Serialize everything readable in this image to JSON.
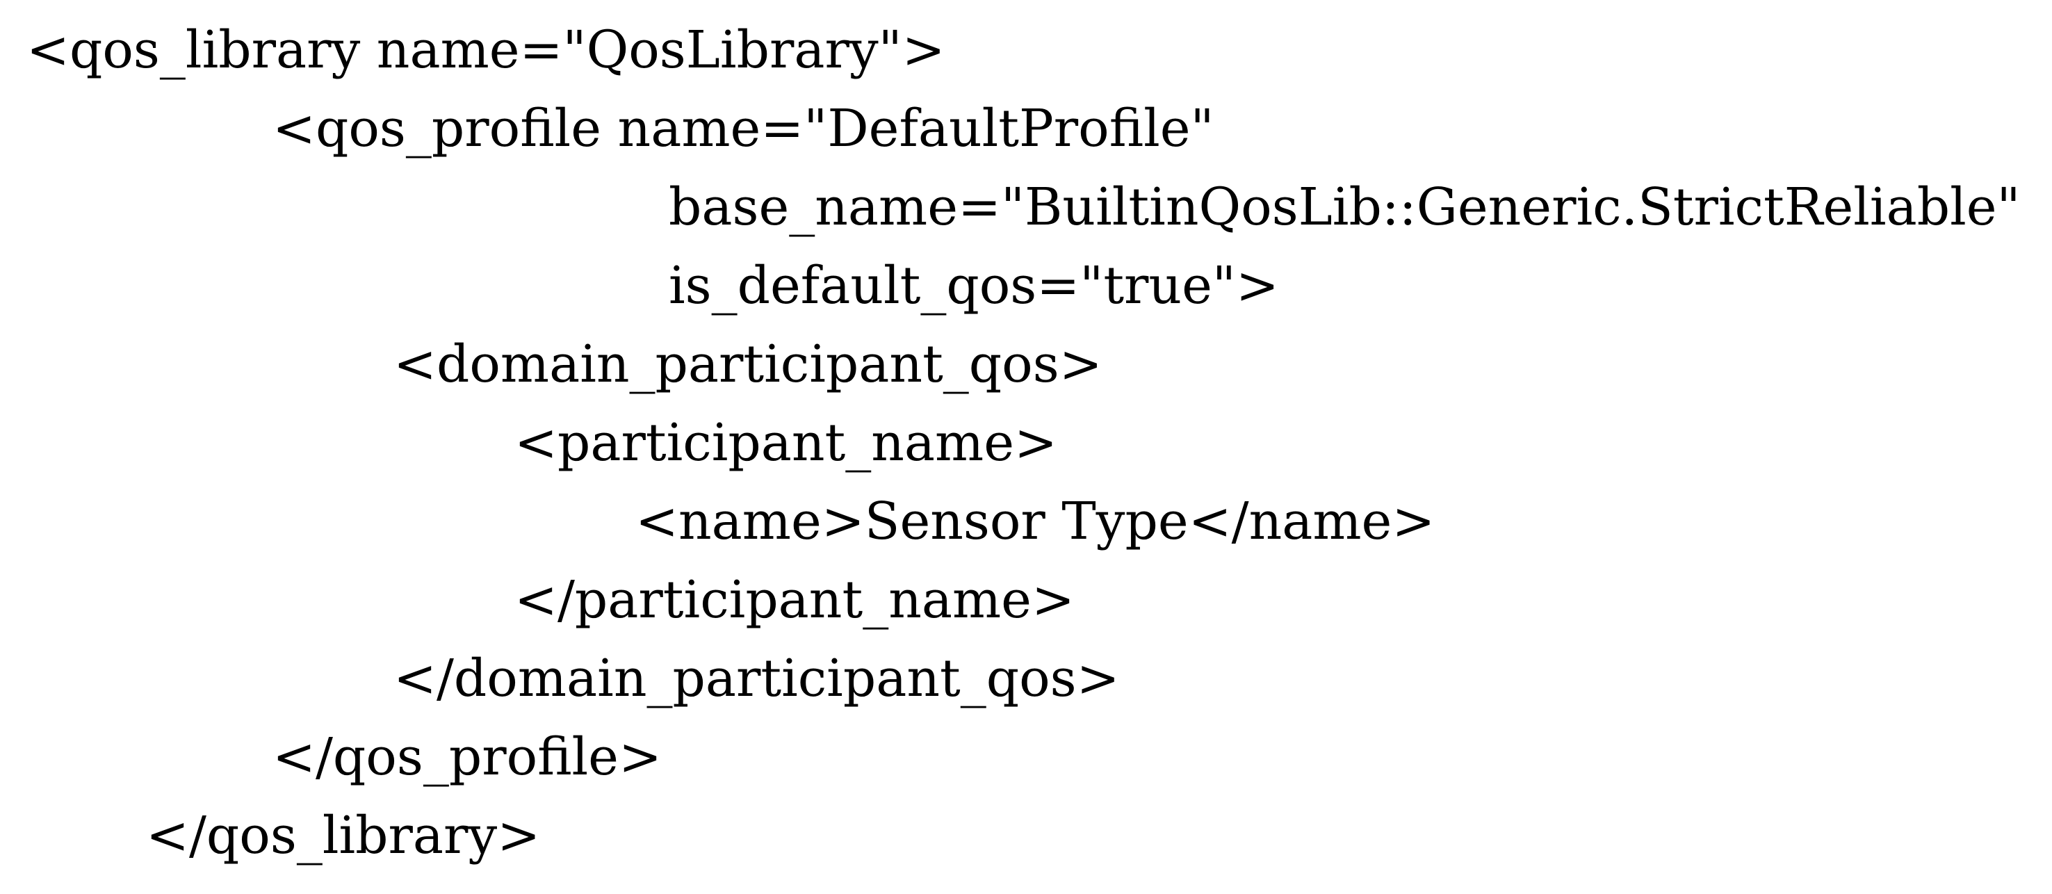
{
  "code_lines": [
    "<qos_library name=\"QosLibrary\">",
    "<qos_profile name=\"DefaultProfile\"",
    "base_name=\"BuiltinQosLib::Generic.StrictReliable\"",
    "is_default_qos=\"true\">",
    "<domain_participant_qos>",
    "<participant_name>",
    "<name>Sensor Type</name>",
    "</participant_name>",
    "</domain_participant_qos>",
    "</qos_profile>",
    "</qos_library>"
  ]
}
